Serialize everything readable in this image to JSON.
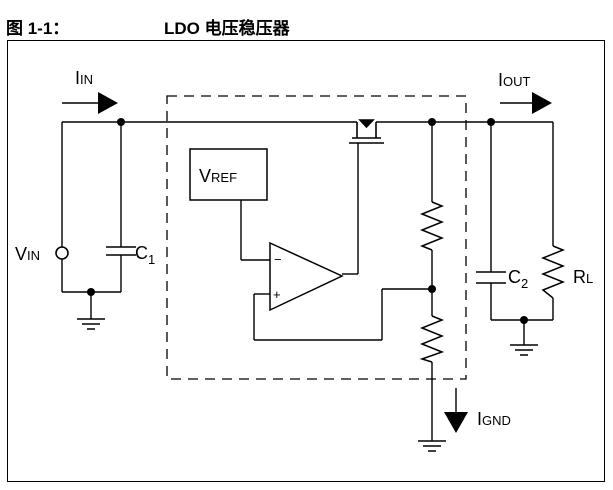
{
  "figure": {
    "number": "图 1-1：",
    "title": "LDO 电压稳压器"
  },
  "labels": {
    "i_in": [
      "I",
      "IN"
    ],
    "i_out": [
      "I",
      "OUT"
    ],
    "v_ref": [
      "V",
      "REF"
    ],
    "v_in": [
      "V",
      "IN"
    ],
    "c1": [
      "C",
      "1"
    ],
    "c2": [
      "C",
      "2"
    ],
    "rl": [
      "R",
      "L"
    ],
    "i_gnd": [
      "I",
      "GND"
    ],
    "amp_minus": "−",
    "amp_plus": "+"
  }
}
